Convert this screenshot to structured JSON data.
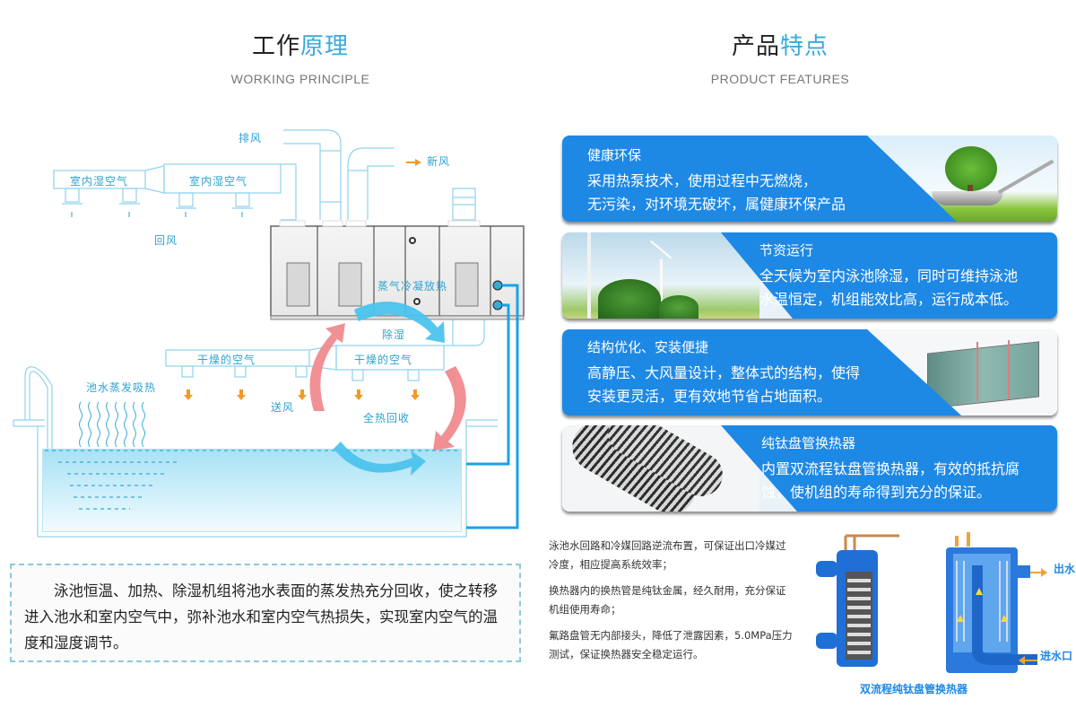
{
  "left_section": {
    "title_dark": "工作",
    "title_accent": "原理",
    "subtitle": "WORKING PRINCIPLE",
    "diagram_labels": {
      "exhaust_air": "排风",
      "fresh_air": "新风",
      "indoor_humid_air_1": "室内湿空气",
      "indoor_humid_air_2": "室内湿空气",
      "return_air": "回风",
      "steam_condensation": "蒸气冷凝放热",
      "dehumidify": "除湿",
      "dry_air_1": "干燥的空气",
      "dry_air_2": "干燥的空气",
      "pool_evaporation": "池水蒸发吸热",
      "supply_air": "送风",
      "heat_recovery": "全热回收"
    },
    "description": "泳池恒温、加热、除湿机组将池水表面的蒸发热充分回收，使之转移进入池水和室内空气中，弥补池水和室内空气热损失，实现室内空气的温度和湿度调节。"
  },
  "right_section": {
    "title_dark": "产品",
    "title_accent": "特点",
    "subtitle": "PRODUCT FEATURES",
    "features": [
      {
        "title": "健康环保",
        "line1": "采用热泵技术，使用过程中无燃烧，",
        "line2": "无污染，对环境无破坏，属健康环保产品",
        "image": "tree-in-spoon"
      },
      {
        "title": "节资运行",
        "line1": "全天候为室内泳池除湿，同时可维持泳池",
        "line2": "水温恒定，机组能效比高，运行成本低。",
        "image": "wind-turbines"
      },
      {
        "title": "结构优化、安装便捷",
        "line1": "高静压、大风量设计，整体式的结构，使得",
        "line2": "安装更灵活，更有效地节省占地面积。",
        "image": "air-handling-unit"
      },
      {
        "title": "纯钛盘管换热器",
        "line1": "内置双流程钛盘管换热器，有效的抵抗腐",
        "line2": "蚀，使机组的寿命得到充分的保证。",
        "image": "titanium-coils"
      }
    ],
    "notes": [
      "泳池水回路和冷媒回路逆流布置，可保证出口冷媒过冷度，相应提高系统效率；",
      "换热器内的换热管是纯钛金属，经久耐用，充分保证机组使用寿命；",
      "氟路盘管无内部接头，降低了泄露因素，5.0MPa压力测试，保证换热器安全稳定运行。"
    ],
    "heat_exchanger": {
      "outlet_label": "出水口",
      "inlet_label": "进水口",
      "caption": "双流程纯钛盘管换热器"
    }
  },
  "colors": {
    "accent_title": "#39a9dc",
    "card_blue": "#1e88e5",
    "diagram_line": "#8fd3ee",
    "diagram_text": "#2ea3d0",
    "warm_arrow": "#f08a8f",
    "cool_arrow": "#4cc3ec"
  }
}
